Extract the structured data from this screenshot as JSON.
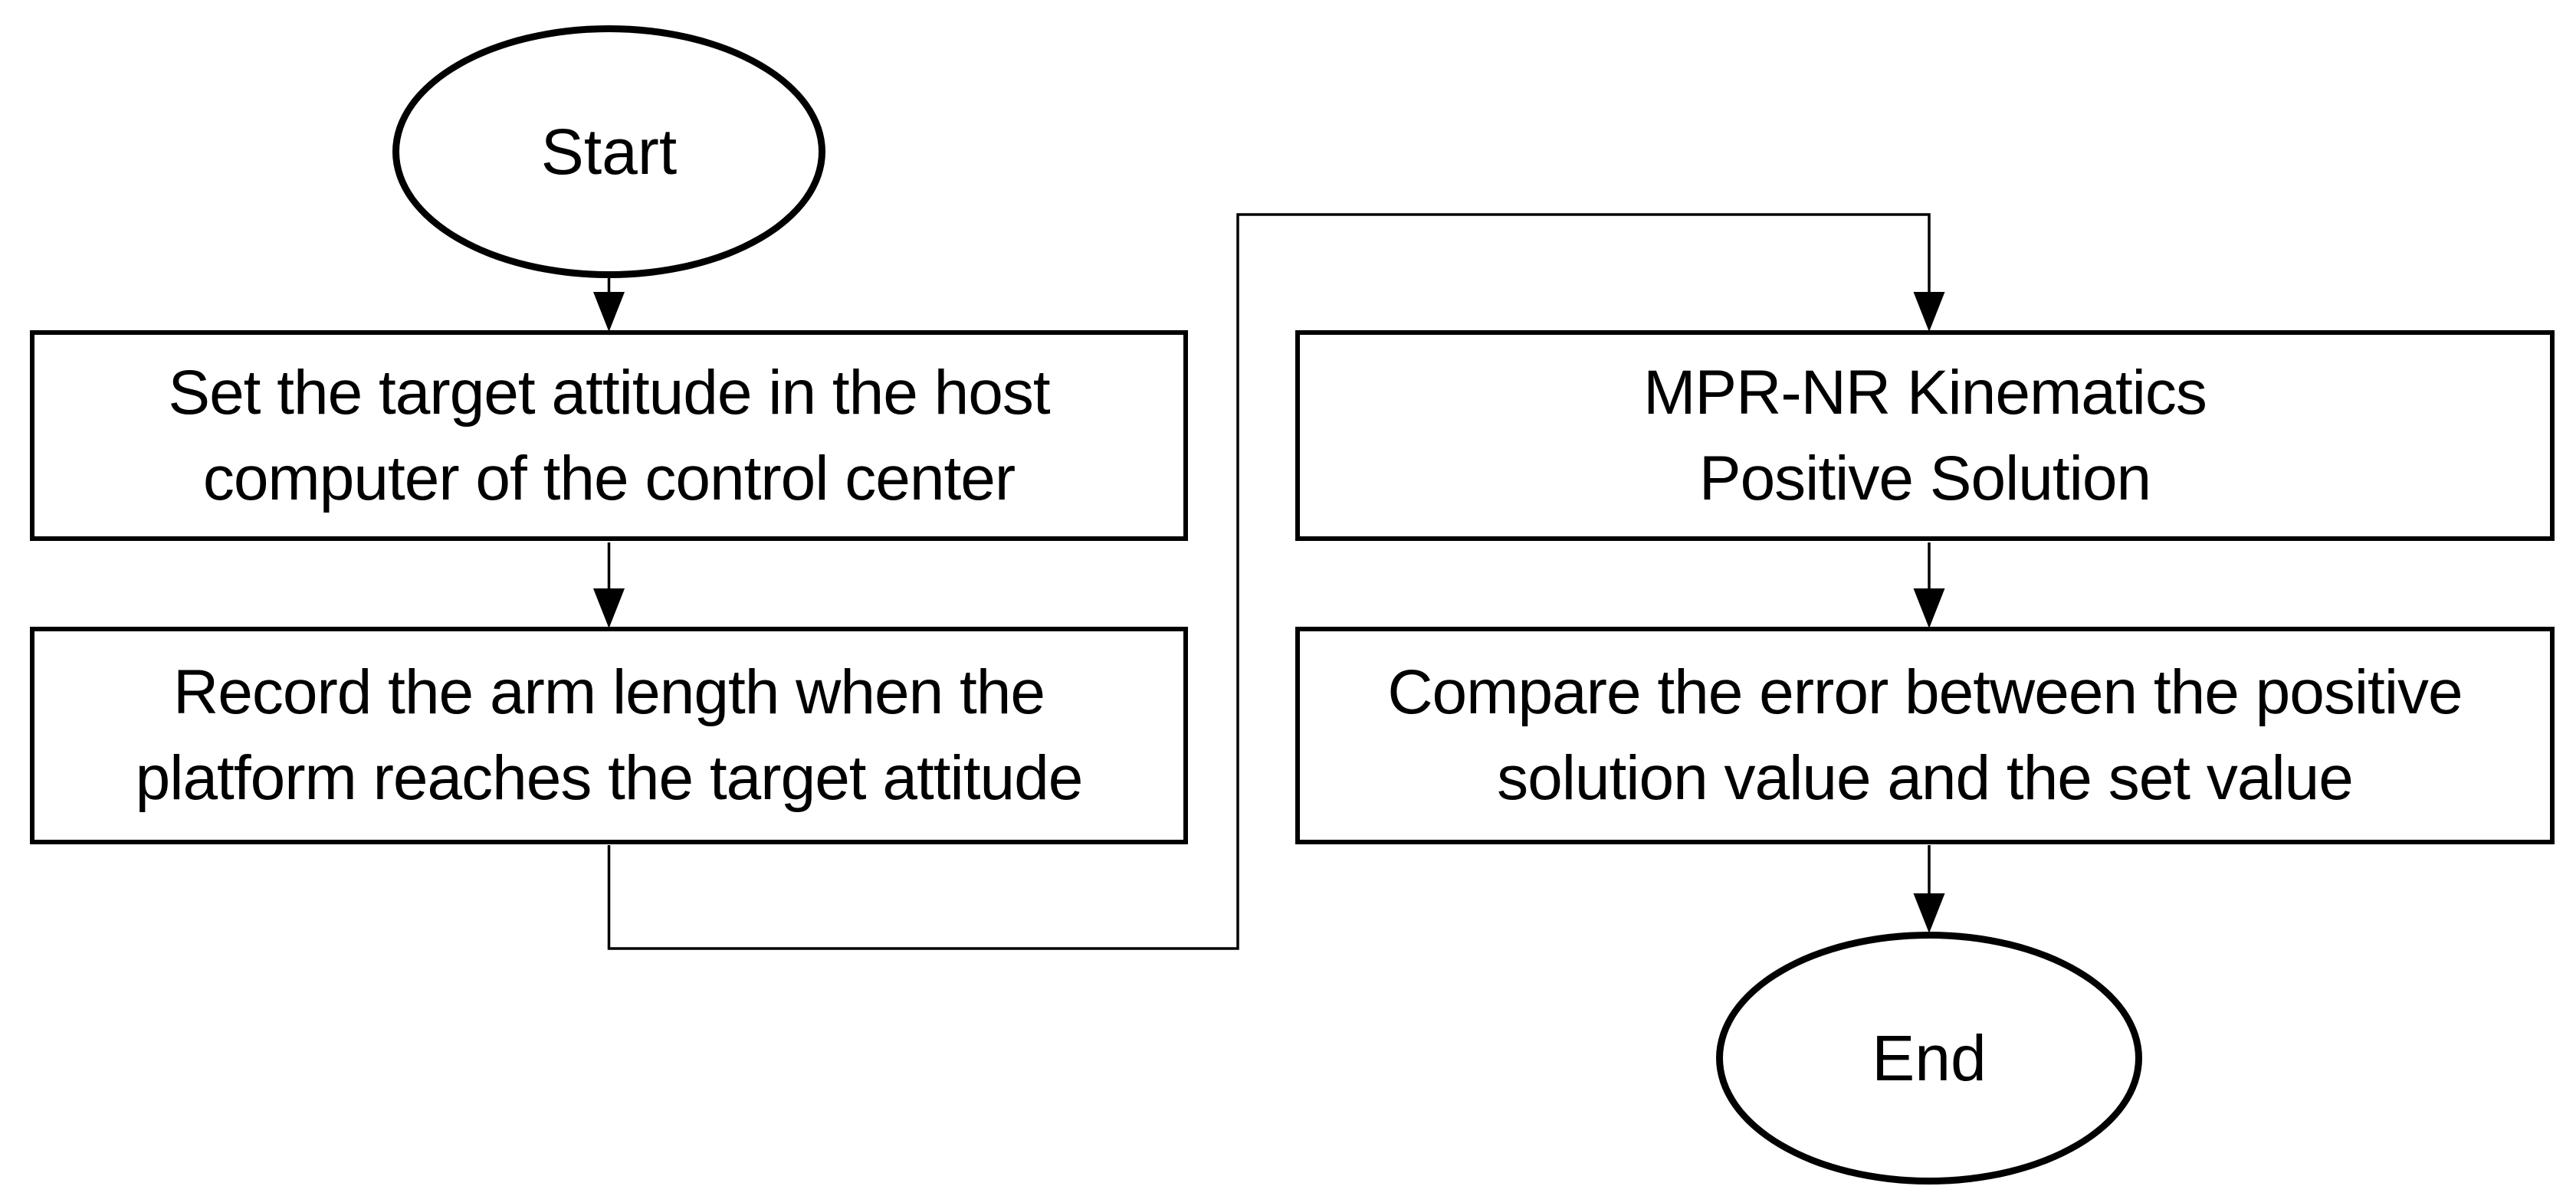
{
  "diagram": {
    "type": "flowchart",
    "colors": {
      "background": "#ffffff",
      "line": "#000000",
      "text": "#000000"
    },
    "nodes": {
      "start": {
        "type": "terminator",
        "label": "Start"
      },
      "set_target": {
        "type": "process",
        "line1": "Set the target attitude in the host",
        "line2": "computer of the control center"
      },
      "record_arm": {
        "type": "process",
        "line1": "Record the arm length when the",
        "line2": "platform reaches the target attitude"
      },
      "mpr_nr": {
        "type": "process",
        "line1": "MPR-NR Kinematics",
        "line2": "Positive Solution"
      },
      "compare_error": {
        "type": "process",
        "line1": "Compare the error between the positive",
        "line2": "solution value and the set value"
      },
      "end": {
        "type": "terminator",
        "label": "End"
      }
    },
    "edges": [
      {
        "from": "start",
        "to": "set_target"
      },
      {
        "from": "set_target",
        "to": "record_arm"
      },
      {
        "from": "record_arm",
        "to": "mpr_nr"
      },
      {
        "from": "mpr_nr",
        "to": "compare_error"
      },
      {
        "from": "compare_error",
        "to": "end"
      }
    ]
  }
}
